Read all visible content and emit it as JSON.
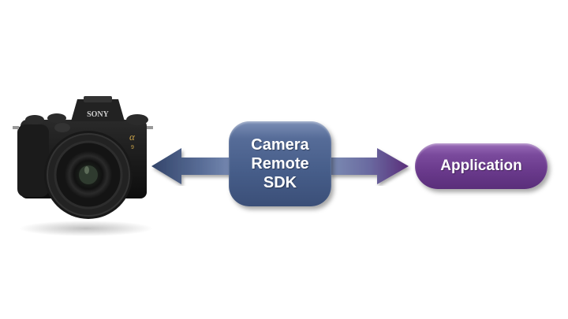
{
  "diagram": {
    "camera": {
      "brand_label": "SONY",
      "model_mark": "α",
      "model_number": "9"
    },
    "sdk": {
      "lines": [
        "Camera",
        "Remote",
        "SDK"
      ]
    },
    "application": {
      "label": "Application"
    },
    "arrows": [
      {
        "from": "sdk",
        "to": "camera",
        "direction": "left"
      },
      {
        "from": "sdk",
        "to": "application",
        "direction": "right"
      }
    ],
    "colors": {
      "sdk_box": "#4a5f8a",
      "application_box": "#6a3a8c",
      "arrow_left_tip": "#3b4c70",
      "arrow_right_tip": "#5a2e7a",
      "text": "#ffffff"
    }
  }
}
